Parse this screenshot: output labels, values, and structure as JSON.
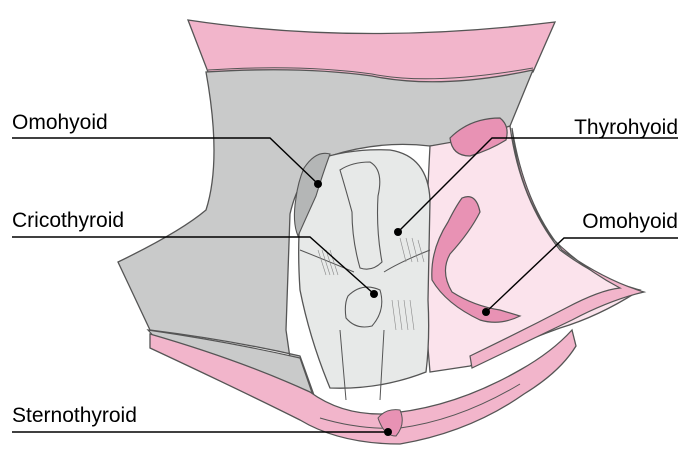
{
  "labels": {
    "omohyoid_left": "Omohyoid",
    "cricothyroid": "Cricothyroid",
    "sternothyroid": "Sternothyroid",
    "thyrohyoid": "Thyrohyoid",
    "omohyoid_right": "Omohyoid"
  },
  "colors": {
    "skin_pink": "#f2b5cb",
    "skin_pink_dark": "#e892b4",
    "muscle_light": "#e7e9e8",
    "fascia_gray": "#c9caca",
    "tissue_pale_pink": "#fbe3ec",
    "outline": "#555555",
    "leader": "#000000"
  }
}
